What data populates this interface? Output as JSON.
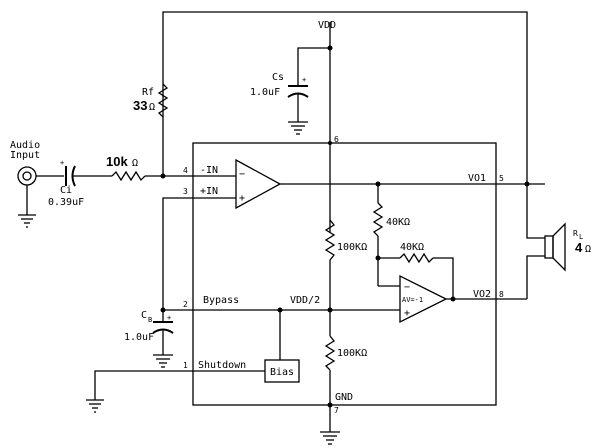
{
  "supply": {
    "vdd": "VDD",
    "gnd": "GND",
    "vdd_half": "VDD/2"
  },
  "input": {
    "label_line1": "Audio",
    "label_line2": "Input"
  },
  "components": {
    "rf": {
      "name": "Rf",
      "value": "33",
      "unit": "Ω"
    },
    "rin": {
      "value": "10k",
      "unit": "Ω"
    },
    "ci": {
      "name": "Ci",
      "value": "0.39uF"
    },
    "cs": {
      "name": "Cs",
      "value": "1.0uF"
    },
    "cb": {
      "name": "C",
      "sub": "B",
      "value": "1.0uF"
    },
    "r_div_top": "100KΩ",
    "r_div_bot": "100KΩ",
    "r_fb_vert": "40KΩ",
    "r_fb_horiz": "40KΩ",
    "rl": {
      "name": "R",
      "sub": "L",
      "value": "4",
      "unit": "Ω"
    }
  },
  "pins": {
    "neg_in": {
      "num": "4",
      "label": "-IN"
    },
    "pos_in": {
      "num": "3",
      "label": "+IN"
    },
    "bypass": {
      "num": "2",
      "label": "Bypass"
    },
    "shutdown": {
      "num": "1",
      "label": "Shutdown"
    },
    "vdd": {
      "num": "6"
    },
    "gnd": {
      "num": "7"
    },
    "vo1": {
      "num": "5",
      "label": "VO1"
    },
    "vo2": {
      "num": "8",
      "label": "VO2"
    }
  },
  "amp1": {
    "minus": "−",
    "plus": "+"
  },
  "amp2": {
    "minus": "−",
    "plus": "+",
    "gain": "AV=-1"
  },
  "bias": {
    "label": "Bias"
  }
}
